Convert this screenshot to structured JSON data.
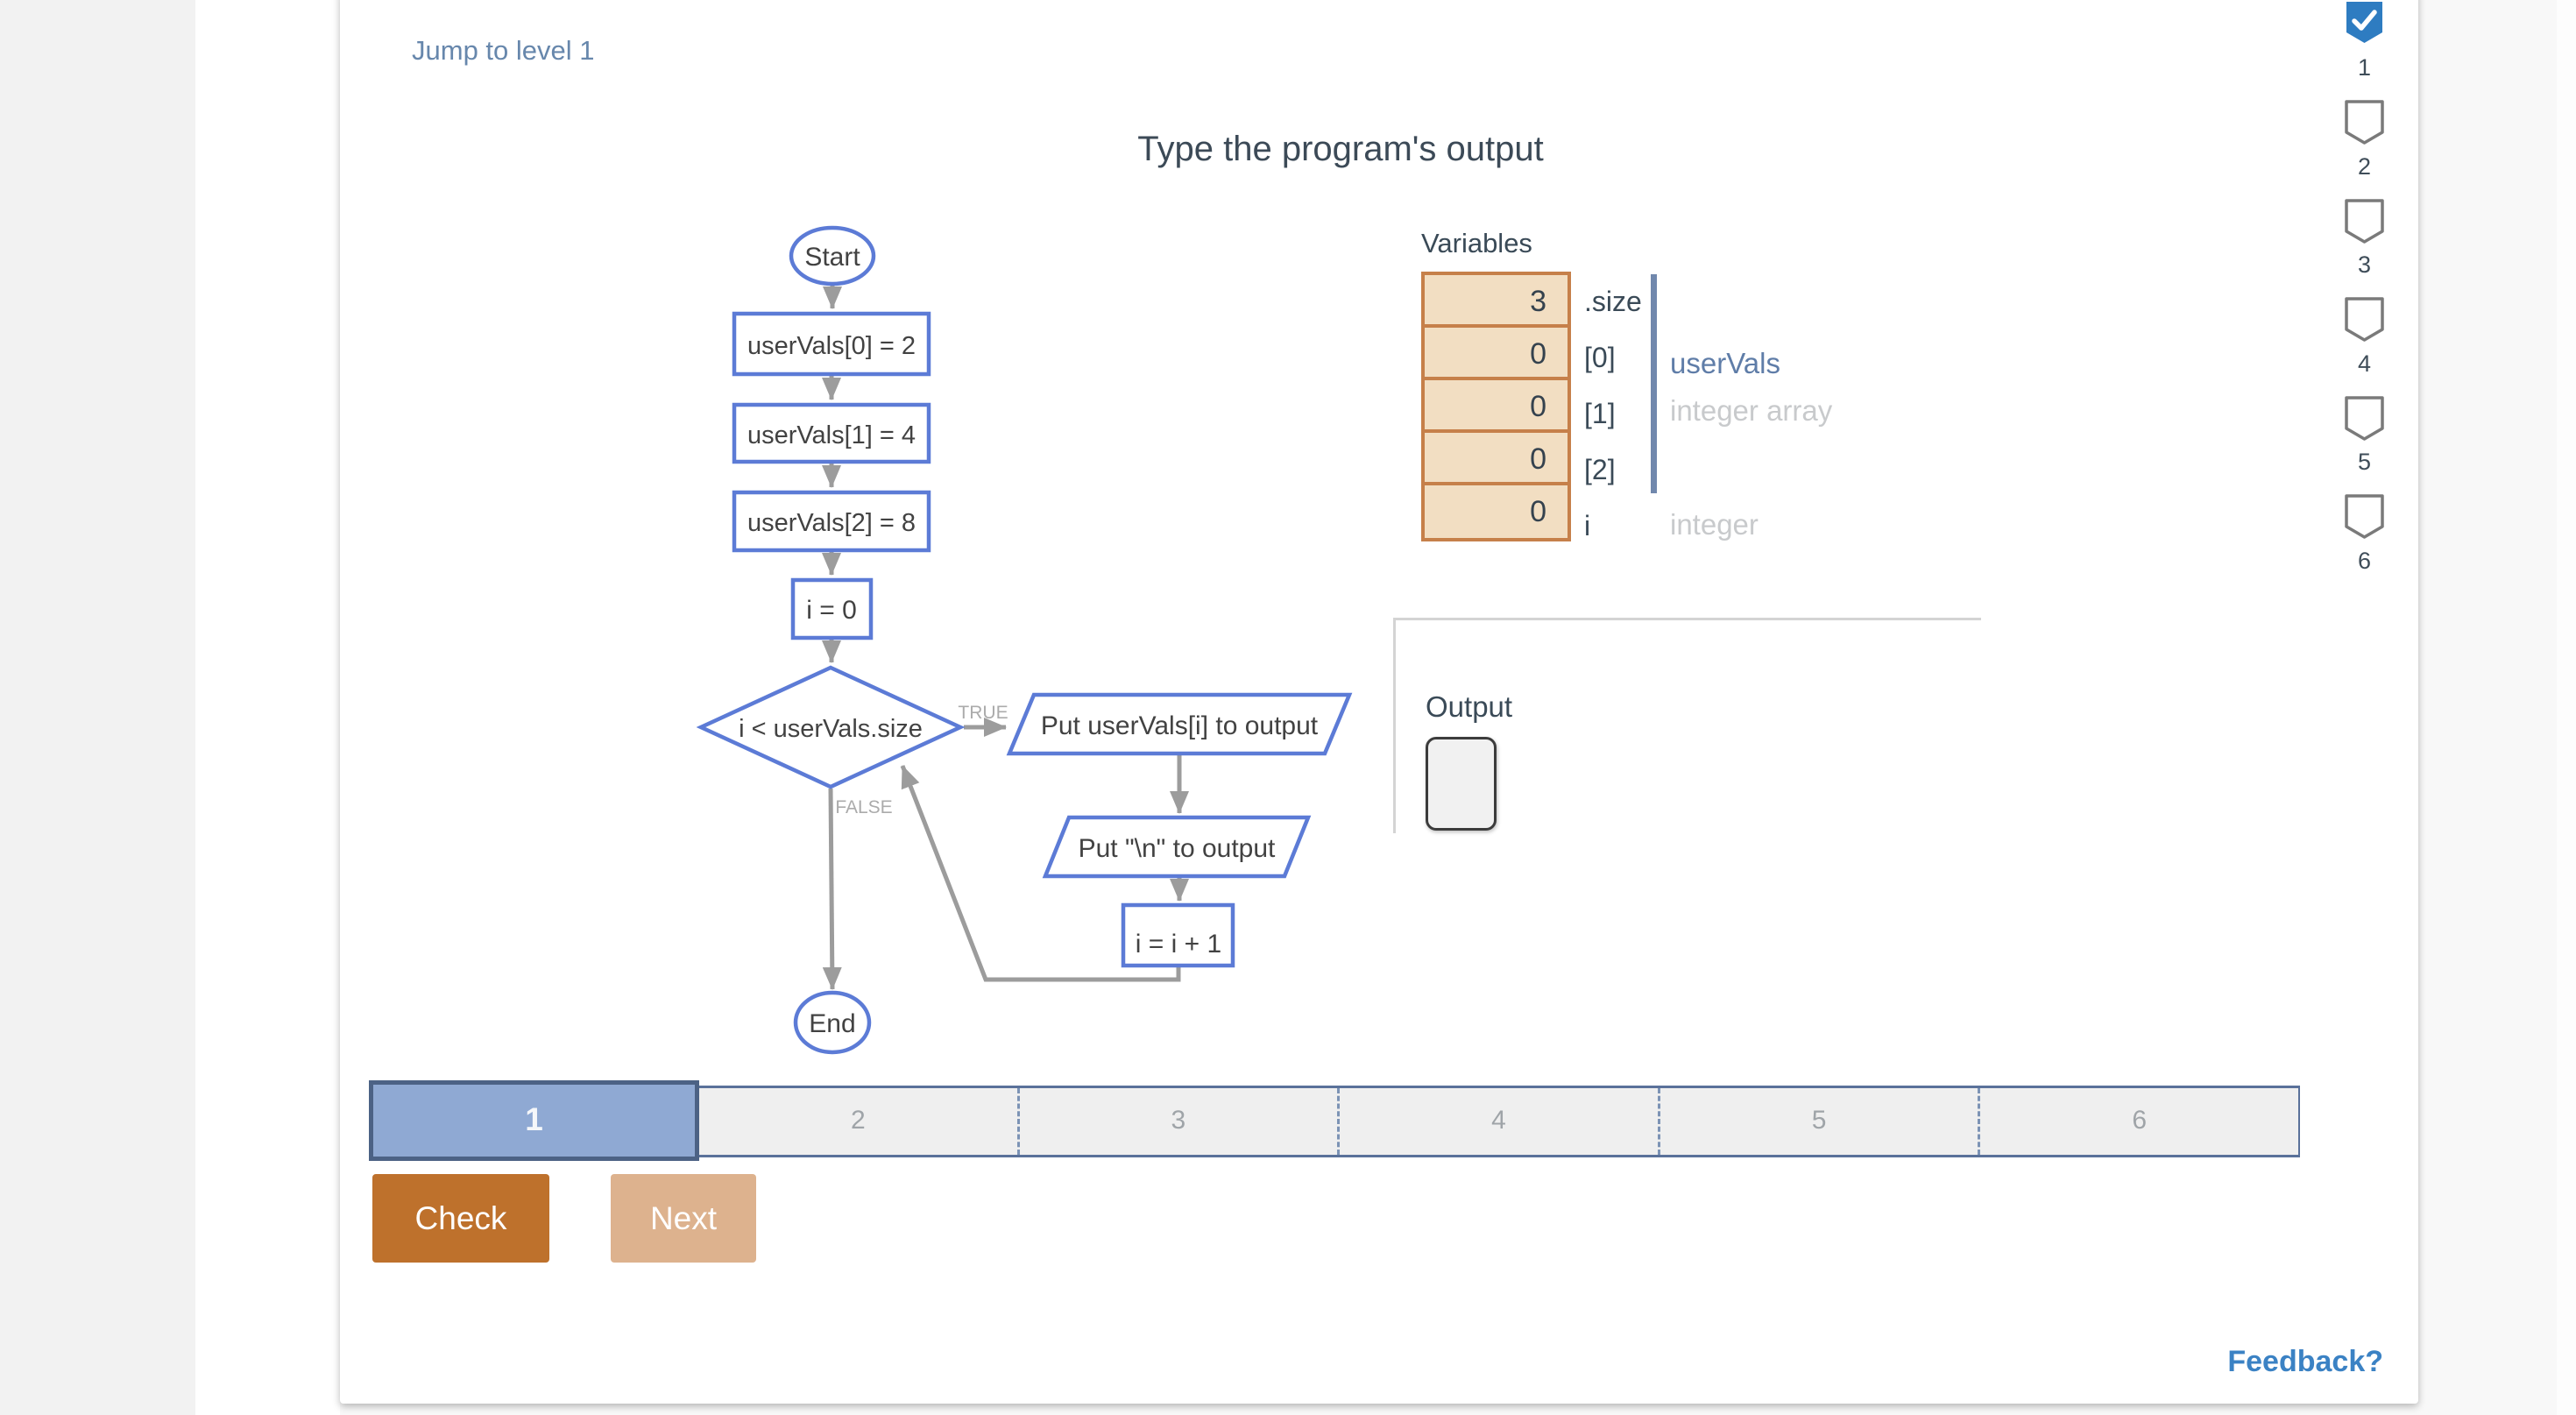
{
  "jump_link": "Jump to level 1",
  "title": "Type the program's output",
  "flowchart": {
    "start": "Start",
    "assign0": "userVals[0] = 2",
    "assign1": "userVals[1] = 4",
    "assign2": "userVals[2] = 8",
    "init": "i = 0",
    "condition": "i < userVals.size",
    "true_label": "TRUE",
    "false_label": "FALSE",
    "put_value": "Put userVals[i] to output",
    "put_newline": "Put \"\\n\" to output",
    "increment": "i = i + 1",
    "end": "End"
  },
  "variables": {
    "title": "Variables",
    "rows": [
      {
        "value": "3",
        "label": ".size"
      },
      {
        "value": "0",
        "label": "[0]"
      },
      {
        "value": "0",
        "label": "[1]"
      },
      {
        "value": "0",
        "label": "[2]"
      },
      {
        "value": "0",
        "label": "i"
      }
    ],
    "array_name": "userVals",
    "array_type": "integer array",
    "scalar_type": "integer"
  },
  "output": {
    "label": "Output",
    "value": ""
  },
  "progress": {
    "active": "1",
    "steps": [
      "1",
      "2",
      "3",
      "4",
      "5",
      "6"
    ]
  },
  "buttons": {
    "check": "Check",
    "next": "Next"
  },
  "badges": {
    "numbers": [
      "1",
      "2",
      "3",
      "4",
      "5",
      "6"
    ],
    "completed_index": 0
  },
  "feedback": "Feedback?",
  "colors": {
    "flow_border": "#5c7bd6",
    "arrow": "#9c9c9c",
    "cell_fill": "#f2dec2",
    "cell_border": "#c6804a",
    "group_bar": "#7188ad",
    "active_segment": "#8fa9d3",
    "segment_border": "#4c6285",
    "check_button": "#be712c",
    "next_button": "#ddb28e",
    "completed_badge": "#2e7cc1",
    "link_blue": "#6787ac",
    "feedback_blue": "#3b82c4"
  }
}
